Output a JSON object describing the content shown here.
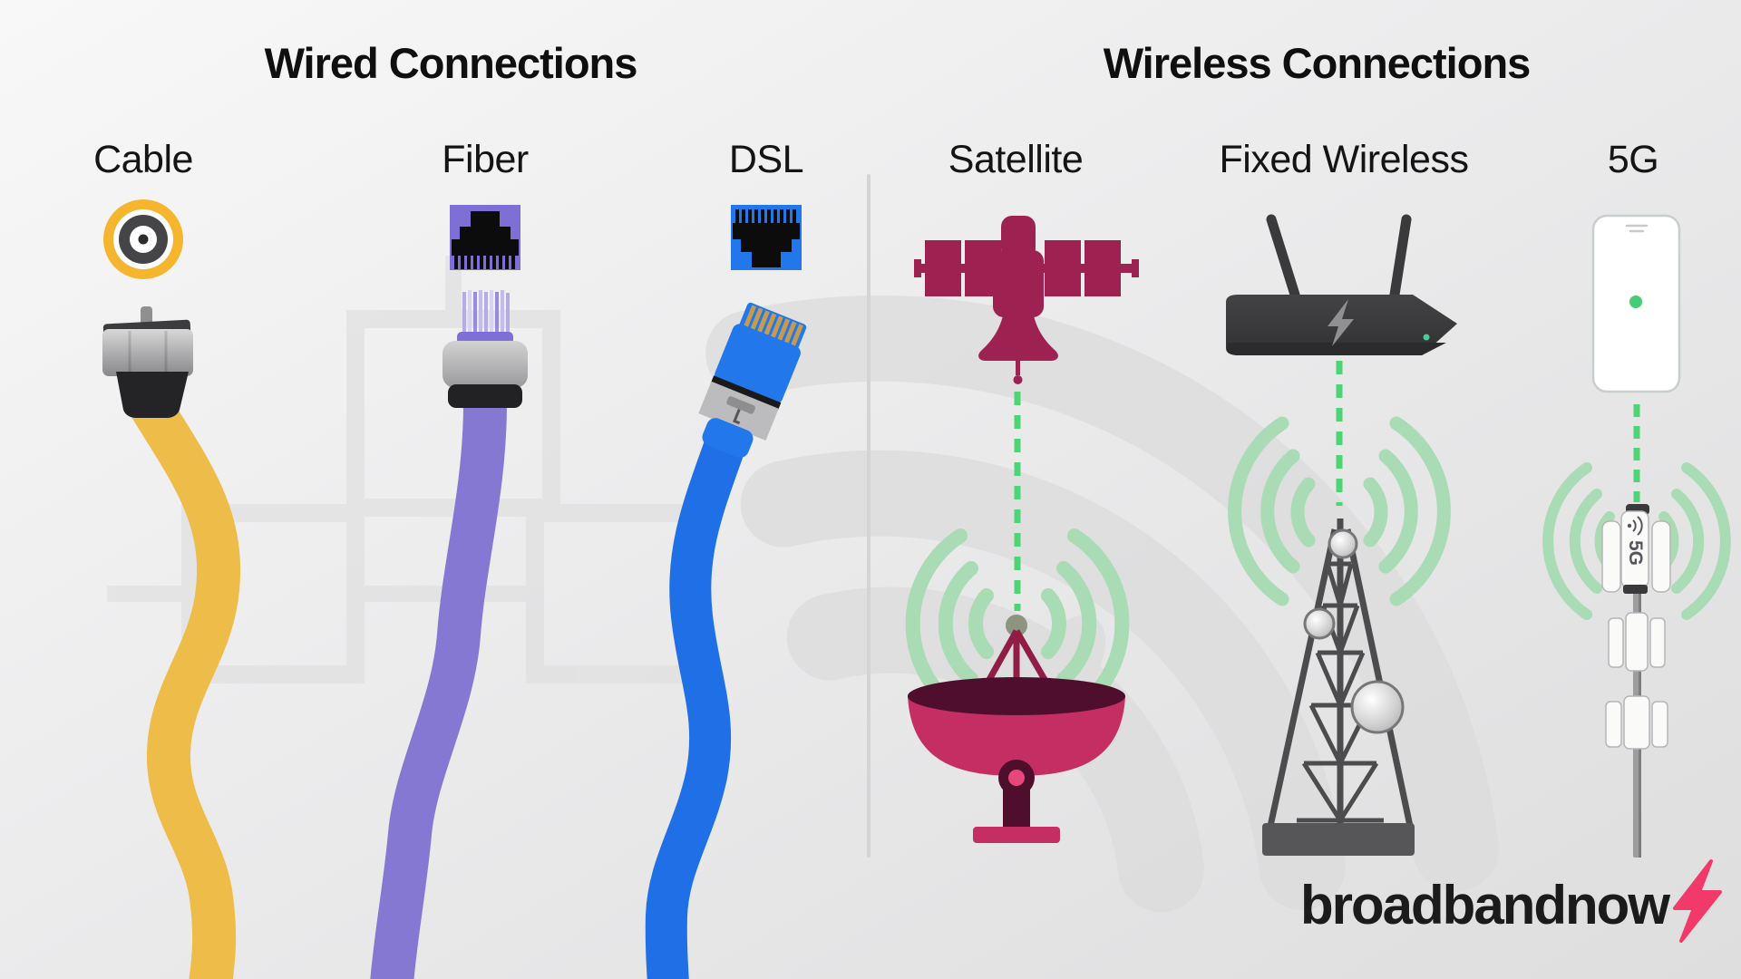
{
  "sections": [
    {
      "title": "Wired Connections",
      "columns": [
        {
          "label": "Cable"
        },
        {
          "label": "Fiber"
        },
        {
          "label": "DSL"
        }
      ]
    },
    {
      "title": "Wireless Connections",
      "columns": [
        {
          "label": "Satellite"
        },
        {
          "label": "Fixed Wireless"
        },
        {
          "label": "5G"
        }
      ]
    }
  ],
  "small_cell": {
    "label": "5G"
  },
  "logo": {
    "part1": "broadband",
    "part2": "now",
    "bolt_icon": "lightning-bolt-icon"
  },
  "icons": {
    "cable": "coax-port-icon, coax-connector-icon, yellow-cable",
    "fiber": "fiber-port-icon, fiber-connector-icon, purple-cable",
    "dsl": "dsl-port-icon, rj45-plug-icon, blue-cable",
    "satellite": "satellite-icon, dashed-downlink, signal-arcs-icon, satellite-dish-icon",
    "fixed_wireless": "wifi-router-icon, dashed-downlink, signal-arcs-icon, lattice-tower-icon",
    "five_g": "5g-receiver-icon, dashed-downlink, signal-arcs-icon, 5g-small-cell-pole-icon",
    "background": "wifi-watermark-icon, network-diagram-watermark-icon"
  },
  "colors": {
    "title": "#0f0f0f",
    "text": "#141414",
    "watermark_gray": "#dcdcdd",
    "divider_gray": "#d4d4d5",
    "coax_yellow": "#f5b52e",
    "cable_yellow": "#eebc49",
    "ring_dark": "#454547",
    "fiber_port": "#7e6fd6",
    "fiber_cable": "#8478d2",
    "dsl_port": "#2277ea",
    "dsl_cable": "#1f6fe6",
    "pin_gold": "#c79b4e",
    "satellite_maroon": "#9d2252",
    "dish_crimson": "#c42e62",
    "dish_dark": "#4f0e2c",
    "tripod_dark": "#8f1d46",
    "pedestal_pink": "#e8477b",
    "signal_green": "#4fd475",
    "arc_green": "#a9dbb4",
    "feed_olive": "#8d9480",
    "router_dark": "#3a3a3c",
    "router_glyph": "#909092",
    "led_teal": "#4fc998",
    "tower_gray": "#4c4c4e",
    "base_gray": "#565658",
    "brand_pink": "#f23a6a"
  }
}
